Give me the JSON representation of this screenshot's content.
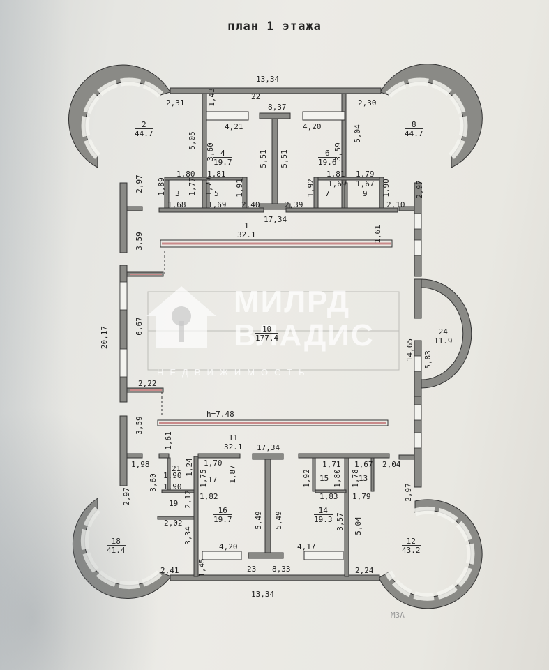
{
  "title": "план 1 этажа",
  "watermark": {
    "line1": "МИЛРД",
    "line2": "ВЛАДИС",
    "line3": "НЕДВИЖИМОСТЬ",
    "color": "#ffffff"
  },
  "colors": {
    "wall": "#8a8a86",
    "wall_edge": "#3a3a3a",
    "window": "#f3f3ef",
    "background": "#ecebe6",
    "inner_line": "#c99a9a"
  },
  "rooms": [
    {
      "id": "room-1",
      "number": "1",
      "area": "32.1"
    },
    {
      "id": "room-2",
      "number": "2",
      "area": "44.7"
    },
    {
      "id": "room-3",
      "number": "3",
      "area": ""
    },
    {
      "id": "room-4",
      "number": "4",
      "area": "19.7"
    },
    {
      "id": "room-5",
      "number": "5",
      "area": ""
    },
    {
      "id": "room-6",
      "number": "6",
      "area": "19.6"
    },
    {
      "id": "room-7",
      "number": "7",
      "area": ""
    },
    {
      "id": "room-8",
      "number": "8",
      "area": "44.7"
    },
    {
      "id": "room-9",
      "number": "9",
      "area": ""
    },
    {
      "id": "room-10",
      "number": "10",
      "area": "177.4"
    },
    {
      "id": "room-11",
      "number": "11",
      "area": "32.1"
    },
    {
      "id": "room-12",
      "number": "12",
      "area": "43.2"
    },
    {
      "id": "room-13",
      "number": "13",
      "area": ""
    },
    {
      "id": "room-14",
      "number": "14",
      "area": "19.3"
    },
    {
      "id": "room-15",
      "number": "15",
      "area": ""
    },
    {
      "id": "room-16",
      "number": "16",
      "area": "19.7"
    },
    {
      "id": "room-17",
      "number": "17",
      "area": ""
    },
    {
      "id": "room-18",
      "number": "18",
      "area": "41.4"
    },
    {
      "id": "room-19",
      "number": "19",
      "area": ""
    },
    {
      "id": "room-21",
      "number": "21",
      "area": ""
    },
    {
      "id": "room-22",
      "number": "22",
      "area": ""
    },
    {
      "id": "room-23",
      "number": "23",
      "area": ""
    },
    {
      "id": "room-24",
      "number": "24",
      "area": "11.9"
    }
  ],
  "dimensions": [
    "13,34",
    "2,31",
    "1,43",
    "8,37",
    "2,30",
    "4,21",
    "4,20",
    "5,05",
    "3,60",
    "5,51",
    "5,51",
    "3,59",
    "5,04",
    "1,80",
    "1,81",
    "1,81",
    "1,79",
    "1,89",
    "1,77",
    "1,79",
    "1,91",
    "1,92",
    "1,69",
    "1,67",
    "1,90",
    "1,68",
    "1,69",
    "2,40",
    "2,39",
    "17,34",
    "2,10",
    "2,97",
    "2,97",
    "3,59",
    "1,61",
    "20,17",
    "6,67",
    "2,22",
    "14,65",
    "5,83",
    "h=7.48",
    "3,59",
    "1,61",
    "17,34",
    "1,98",
    "1,24",
    "1,70",
    "1,87",
    "1,75",
    "1,90",
    "1,90",
    "3,60",
    "2,12",
    "1,82",
    "5,49",
    "5,49",
    "1,92",
    "1,71",
    "1,67",
    "1,80",
    "1,78",
    "2,04",
    "1,83",
    "1,79",
    "2,97",
    "2,97",
    "2,02",
    "3,57",
    "5,04",
    "3,34",
    "4,20",
    "4,17",
    "8,33",
    "2,41",
    "1,45",
    "2,24",
    "13,34",
    "M3A"
  ]
}
